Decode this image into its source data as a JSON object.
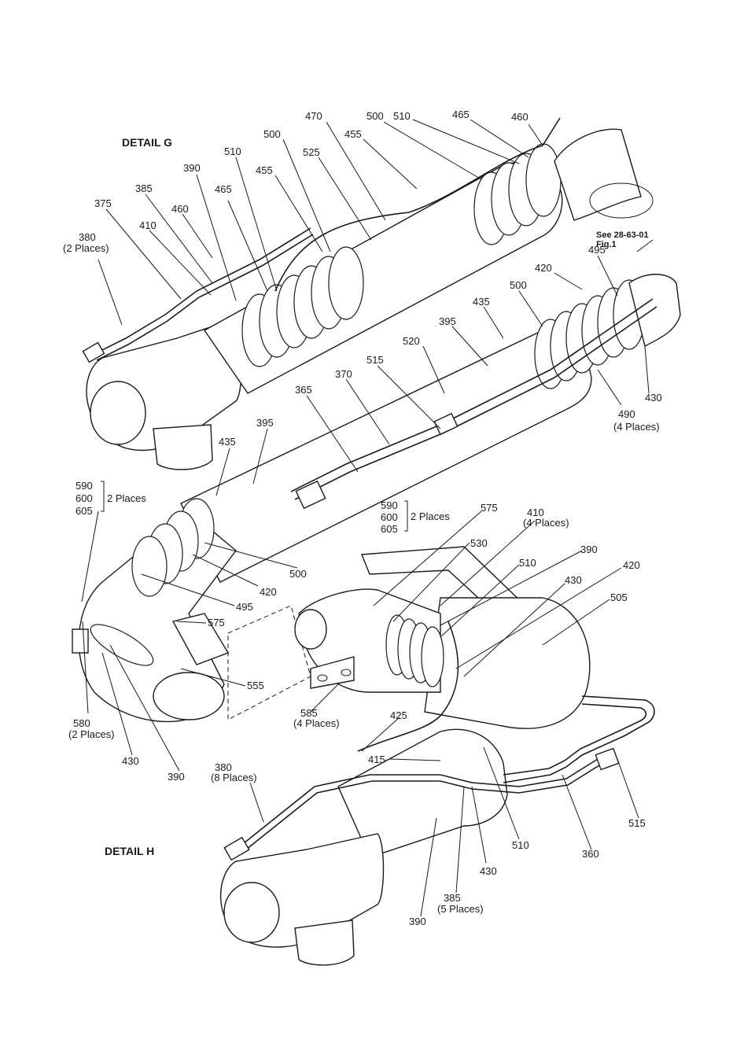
{
  "details": {
    "g": "DETAIL G",
    "h": "DETAIL H"
  },
  "reference_note": {
    "line1": "See 28-63-01",
    "line2": "Fig.1"
  },
  "callouts_g": [
    {
      "num": "470"
    },
    {
      "num": "500"
    },
    {
      "num": "510"
    },
    {
      "num": "465"
    },
    {
      "num": "460"
    },
    {
      "num": "500"
    },
    {
      "num": "455"
    },
    {
      "num": "525"
    },
    {
      "num": "510"
    },
    {
      "num": "455"
    },
    {
      "num": "390"
    },
    {
      "num": "465"
    },
    {
      "num": "385"
    },
    {
      "num": "460"
    },
    {
      "num": "375"
    },
    {
      "num": "410"
    },
    {
      "num": "380",
      "qty": "(2 Places)"
    },
    {
      "num": "495"
    },
    {
      "num": "420"
    },
    {
      "num": "500"
    },
    {
      "num": "435"
    },
    {
      "num": "395"
    },
    {
      "num": "520"
    },
    {
      "num": "515"
    },
    {
      "num": "370"
    },
    {
      "num": "365"
    },
    {
      "num": "430"
    },
    {
      "num": "490",
      "qty": "(4 Places)"
    },
    {
      "num": "395"
    },
    {
      "num": "435"
    }
  ],
  "callouts_h": [
    {
      "num": "500"
    },
    {
      "num": "420"
    },
    {
      "num": "495"
    },
    {
      "num": "575"
    },
    {
      "num": "555"
    },
    {
      "num": "580",
      "qty": "(2 Places)"
    },
    {
      "num": "430"
    },
    {
      "num": "390"
    },
    {
      "num": "575"
    },
    {
      "num": "530"
    },
    {
      "num": "410",
      "qty": "(4 Places)"
    },
    {
      "num": "390"
    },
    {
      "num": "510"
    },
    {
      "num": "420"
    },
    {
      "num": "430"
    },
    {
      "num": "505"
    },
    {
      "num": "585",
      "qty": "(4 Places)"
    },
    {
      "num": "425"
    },
    {
      "num": "415"
    },
    {
      "num": "380",
      "qty": "(8 Places)"
    },
    {
      "num": "515"
    },
    {
      "num": "360"
    },
    {
      "num": "510"
    },
    {
      "num": "430"
    },
    {
      "num": "385",
      "qty": "(5 Places)"
    },
    {
      "num": "390"
    }
  ],
  "place_groups": [
    {
      "items": [
        "590",
        "600",
        "605"
      ],
      "qty": "2 Places"
    },
    {
      "items": [
        "590",
        "600",
        "605"
      ],
      "qty": "2 Places"
    }
  ]
}
